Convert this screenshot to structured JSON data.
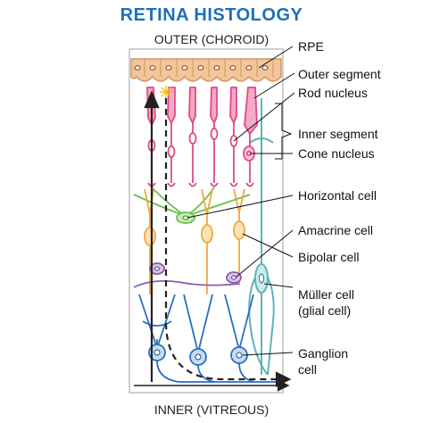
{
  "title": "RETINA HISTOLOGY",
  "outer_label": "OUTER (CHOROID)",
  "inner_label": "INNER (VITREOUS)",
  "labels": {
    "rpe": "RPE",
    "outer_segment": "Outer segment",
    "rod_nucleus": "Rod nucleus",
    "inner_segment": "Inner segment",
    "cone_nucleus": "Cone nucleus",
    "horizontal_cell": "Horizontal cell",
    "amacrine_cell": "Amacrine cell",
    "bipolar_cell": "Bipolar cell",
    "muller_cell_1": "Müller cell",
    "muller_cell_2": "(glial cell)",
    "ganglion_cell_1": "Ganglion",
    "ganglion_cell_2": "cell"
  },
  "colors": {
    "title": "#1f6fb8",
    "rpe": "#e8b487",
    "photoreceptor": "#e04a86",
    "horizontal": "#6dbf4b",
    "bipolar": "#f0a93a",
    "amacrine": "#8b5bb3",
    "muller": "#5fb3b8",
    "ganglion": "#2b6fc0",
    "light_path": "#222222"
  }
}
